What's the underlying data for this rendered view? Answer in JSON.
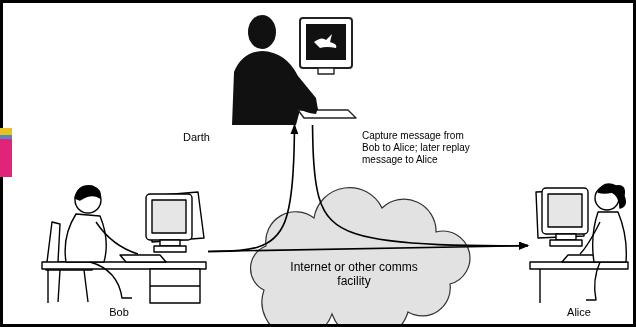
{
  "diagram": {
    "nodes": [
      {
        "text": [
          "Darth"
        ]
      },
      {
        "text": [
          "Bob"
        ]
      },
      {
        "text": [
          "Internet or other comms facility"
        ]
      },
      {
        "text": [
          "Alice"
        ]
      }
    ],
    "edges": [
      {
        "from": 1,
        "to": 3,
        "arrow": "to"
      },
      {
        "from": 1,
        "to": 0,
        "arrow": "to"
      },
      {
        "from": 0,
        "to": 3,
        "arrow": "to"
      }
    ],
    "labels": [
      "Capture message from Bob to Alice; later replay message to Alice"
    ]
  }
}
